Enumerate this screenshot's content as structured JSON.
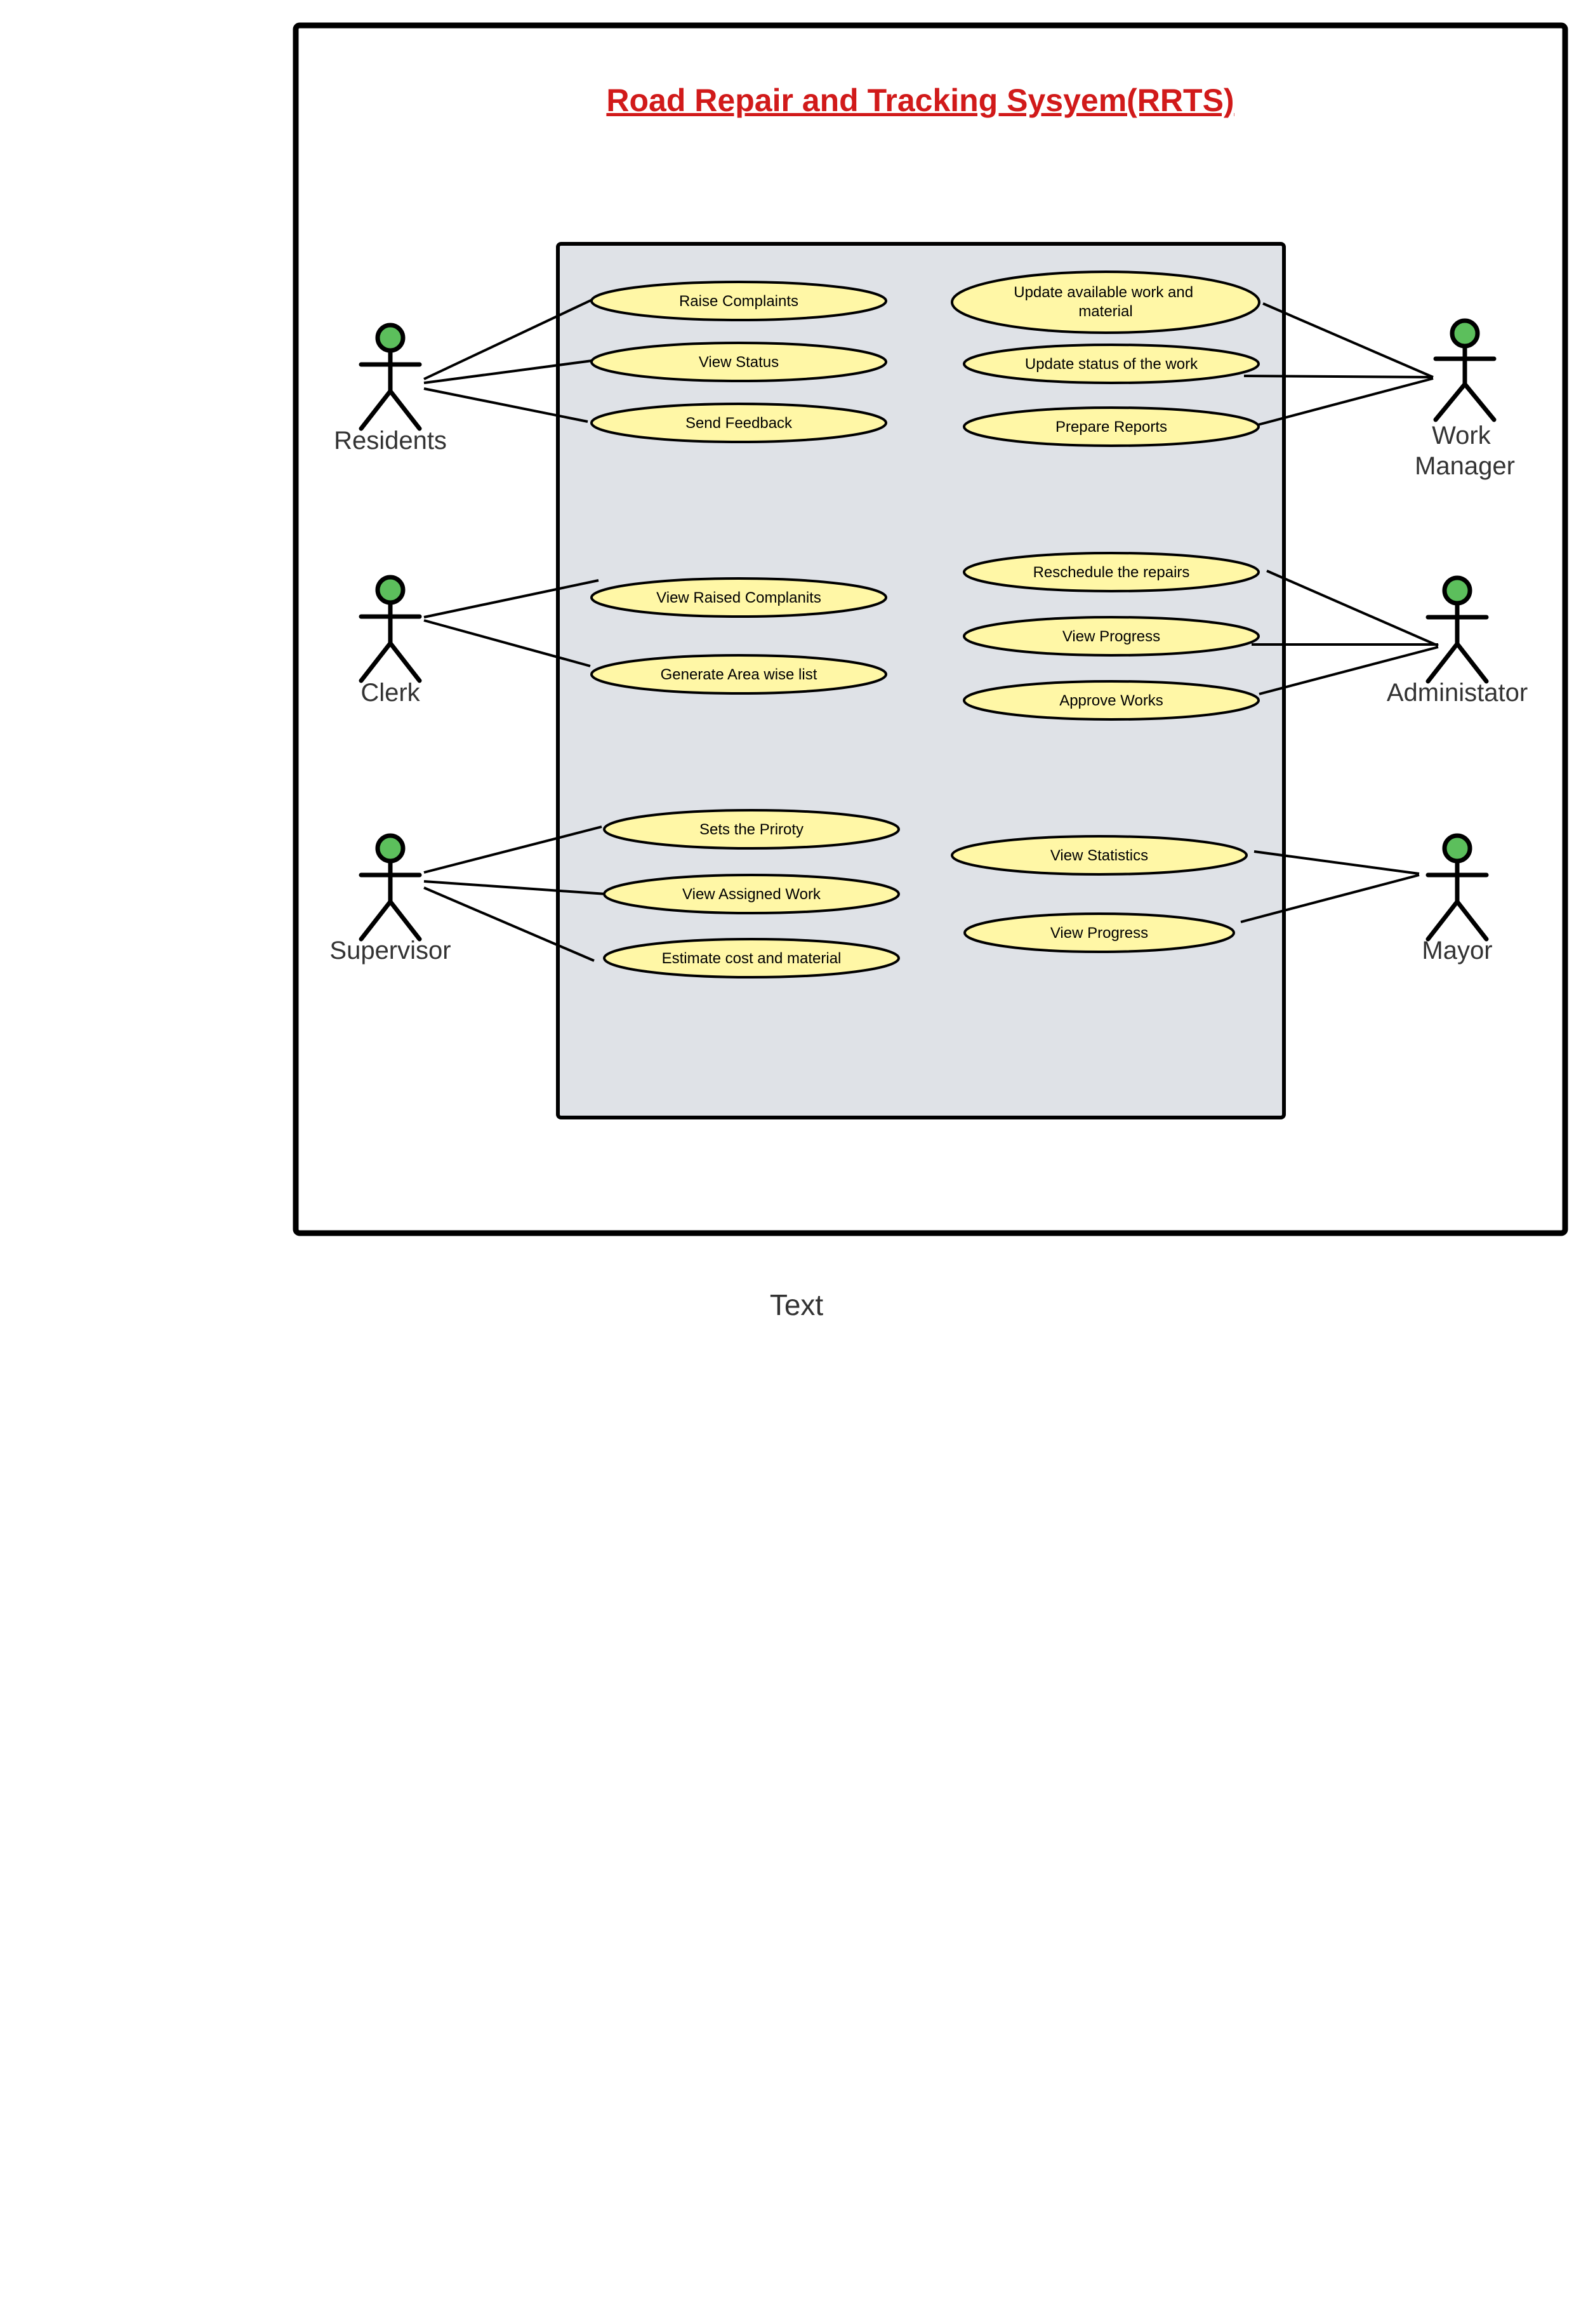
{
  "title": "Road Repair and Tracking Sysyem(RRTS)",
  "caption": "Text",
  "colors": {
    "title": "#d11a1a",
    "boundary_fill": "#dfe2e7",
    "usecase_fill": "#fff7a6",
    "actor_head": "#5cbf5c",
    "stroke": "#000000",
    "actor_label": "#333333"
  },
  "actors": [
    {
      "id": "residents",
      "label": "Residents"
    },
    {
      "id": "clerk",
      "label": "Clerk"
    },
    {
      "id": "supervisor",
      "label": "Supervisor"
    },
    {
      "id": "work-manager",
      "label": [
        "Work",
        "Manager"
      ]
    },
    {
      "id": "administator",
      "label": "Administator"
    },
    {
      "id": "mayor",
      "label": "Mayor"
    }
  ],
  "use_cases": [
    {
      "id": "raise-complaints",
      "label": "Raise Complaints",
      "actor": "residents"
    },
    {
      "id": "view-status",
      "label": "View Status",
      "actor": "residents"
    },
    {
      "id": "send-feedback",
      "label": "Send Feedback",
      "actor": "residents"
    },
    {
      "id": "update-available-work",
      "label": [
        "Update available work and",
        "material"
      ],
      "actor": "work-manager"
    },
    {
      "id": "update-status-work",
      "label": "Update status of the work",
      "actor": "work-manager"
    },
    {
      "id": "prepare-reports",
      "label": "Prepare Reports",
      "actor": "work-manager"
    },
    {
      "id": "view-raised-complaints",
      "label": "View Raised Complanits",
      "actor": "clerk"
    },
    {
      "id": "generate-area-list",
      "label": "Generate Area wise list",
      "actor": "clerk"
    },
    {
      "id": "reschedule-repairs",
      "label": "Reschedule the repairs",
      "actor": "administator"
    },
    {
      "id": "view-progress-admin",
      "label": "View Progress",
      "actor": "administator"
    },
    {
      "id": "approve-works",
      "label": "Approve Works",
      "actor": "administator"
    },
    {
      "id": "sets-priority",
      "label": "Sets the Priroty",
      "actor": "supervisor"
    },
    {
      "id": "view-assigned-work",
      "label": "View Assigned Work",
      "actor": "supervisor"
    },
    {
      "id": "estimate-cost",
      "label": "Estimate cost and material",
      "actor": "supervisor"
    },
    {
      "id": "view-statistics",
      "label": "View Statistics",
      "actor": "mayor"
    },
    {
      "id": "view-progress-mayor",
      "label": "View Progress",
      "actor": "mayor"
    }
  ]
}
